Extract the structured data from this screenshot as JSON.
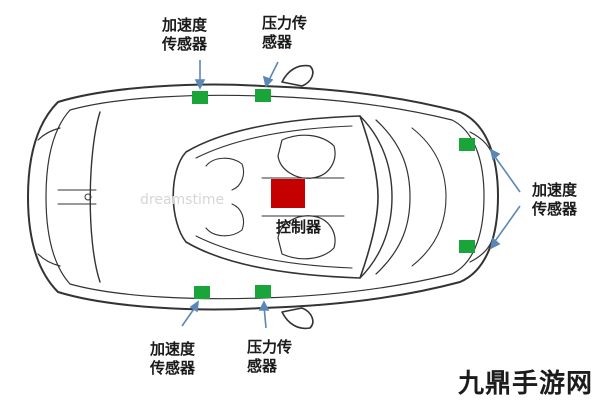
{
  "labels": {
    "top_left": [
      "加速度",
      "传感器"
    ],
    "top_right": [
      "压力传",
      "感器"
    ],
    "right": [
      "加速度",
      "传感器"
    ],
    "bottom_left": [
      "加速度",
      "传感器"
    ],
    "bottom_right": [
      "压力传",
      "感器"
    ],
    "controller": "控制器"
  },
  "watermark": "九鼎手游网",
  "faint_watermark": "dreamstime",
  "colors": {
    "sensor": "#1aa53a",
    "controller": "#c40000",
    "arrow": "#5b87b7",
    "outline": "#333333"
  }
}
